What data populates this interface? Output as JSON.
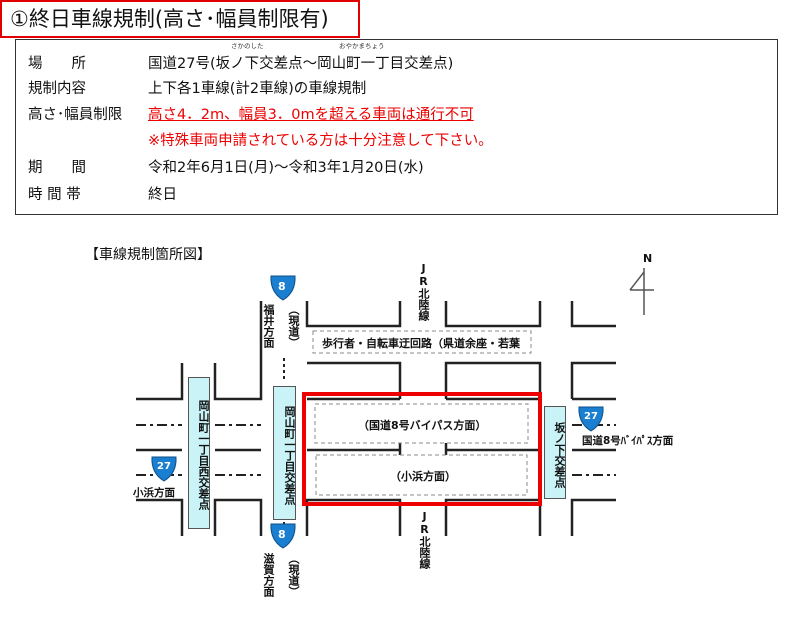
{
  "title": "①終日車線規制(高さ･幅員制限有)",
  "info": {
    "rows": [
      {
        "label": "場　　所",
        "value": "国道27号(坂ノ下交差点～岡山町一丁目交差点)"
      },
      {
        "label": "規制内容",
        "value": "上下各1車線(計2車線)の車線規制"
      },
      {
        "label": "高さ･幅員制限",
        "value": "高さ4．2m、幅員3．0mを超える車両は通行不可"
      },
      {
        "label": "",
        "value": "※特殊車両申請されている方は十分注意して下さい。"
      },
      {
        "label": "期　　間",
        "value": "令和2年6月1日(月)～令和3年1月20日(水)"
      },
      {
        "label": "時 間 帯",
        "value": "終日"
      }
    ],
    "furigana": {
      "sakanoshita": "さかのした",
      "okayamacho": "おやかまちょう"
    }
  },
  "diagram": {
    "heading": "【車線規制箇所図】",
    "north": "N",
    "jr_top": "JR北陸線",
    "jr_bottom": "JR北陸線",
    "detour": "歩行者・自転車迂回路（県道余座・若葉",
    "lane_upper": "（国道8号バイパス方面）",
    "lane_lower": "（小浜方面）",
    "sign_left": "岡山町一丁目西交差点",
    "sign_mid": "岡山町一丁目交差点",
    "sign_right": "坂ノ下交差点",
    "route8": "8",
    "route27": "27",
    "fukui": "福井方面",
    "shiga": "滋賀方面",
    "gendo": "（現道）",
    "obama": "小浜方面",
    "bypass": "国道8号ﾊﾞｲﾊﾟｽ方面",
    "colors": {
      "restriction": "#ee0000",
      "sign_bg": "#c9f3f7",
      "shield": "#1a7fd0"
    }
  }
}
